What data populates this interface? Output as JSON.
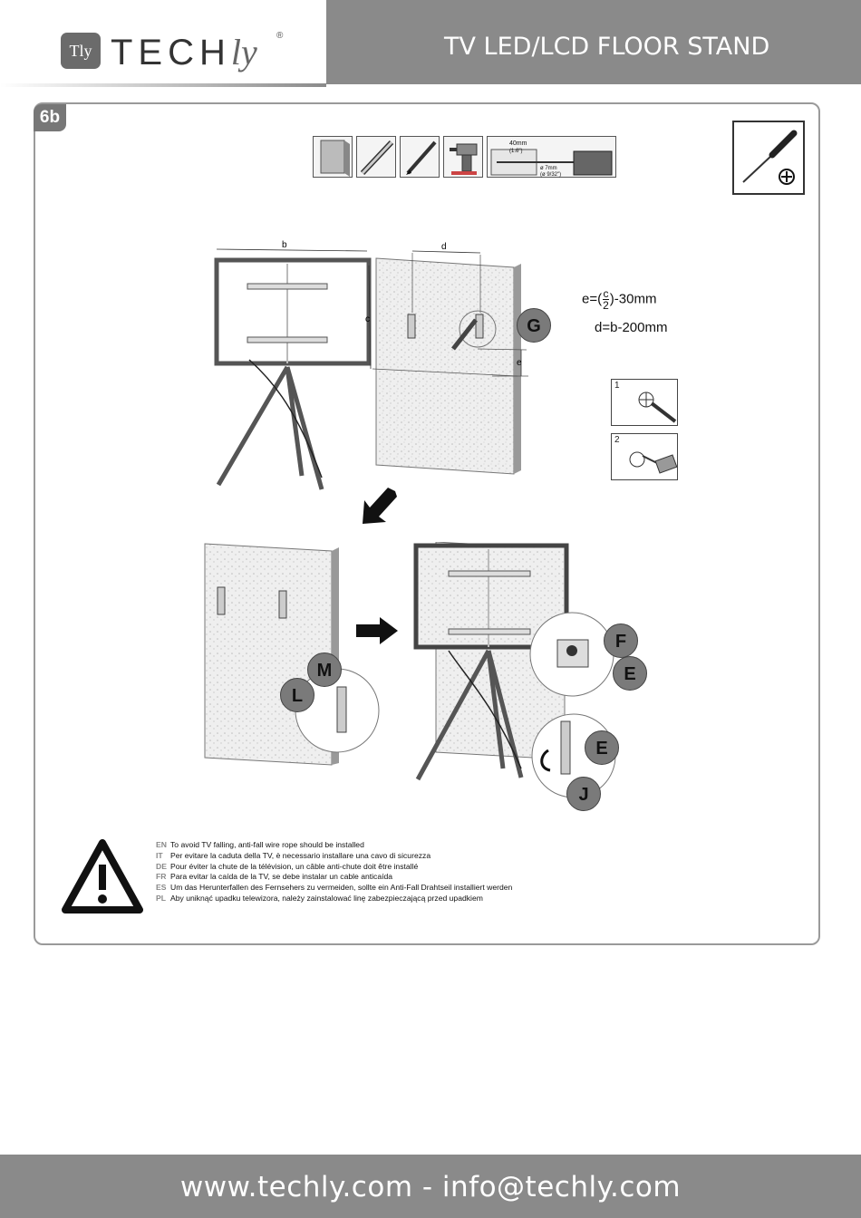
{
  "header": {
    "logo_mark": "Tly",
    "logo_text_main": "TECH",
    "logo_text_script": "ly",
    "logo_registered": "®",
    "title": "TV LED/LCD FLOOR STAND"
  },
  "step": {
    "badge": "6b"
  },
  "tools": {
    "drill_measure_top": "40mm",
    "drill_measure_inch": "(1.6\")",
    "drill_bit_mm": "ø 7mm",
    "drill_bit_inch": "(ø 9/32\")"
  },
  "diagram_top": {
    "dim_b": "b",
    "dim_c": "c",
    "dim_d": "d",
    "dim_e": "e",
    "formula_e_prefix": "e=(",
    "formula_e_num": "c",
    "formula_e_den": "2",
    "formula_e_suffix": ")-30mm",
    "formula_d": "d=b-200mm",
    "callout_g": "G",
    "mini_step_1": "1",
    "mini_step_2": "2"
  },
  "diagram_bottom": {
    "callout_m": "M",
    "callout_l": "L",
    "callout_f": "F",
    "callout_e1": "E",
    "callout_e2": "E",
    "callout_j": "J"
  },
  "warnings": [
    {
      "code": "EN",
      "text": "To avoid TV falling, anti-fall wire rope should be installed"
    },
    {
      "code": "IT",
      "text": "Per evitare la caduta della TV, è necessario installare una cavo di sicurezza"
    },
    {
      "code": "DE",
      "text": "Pour éviter la chute de la télévision, un câble anti-chute doit être installé"
    },
    {
      "code": "FR",
      "text": "Para evitar la caída de la TV, se debe instalar un cable anticaída"
    },
    {
      "code": "ES",
      "text": "Um das Herunterfallen des Fernsehers zu vermeiden, sollte ein Anti-Fall Drahtseil installiert werden"
    },
    {
      "code": "PL",
      "text": "Aby uniknąć upadku telewizora, należy zainstalować linę zabezpieczającą przed upadkiem"
    }
  ],
  "footer": {
    "text": "www.techly.com - info@techly.com"
  },
  "colors": {
    "header_gray": "#8a8a8a",
    "panel_border": "#9a9a9a",
    "callout": "#7a7a7a"
  }
}
